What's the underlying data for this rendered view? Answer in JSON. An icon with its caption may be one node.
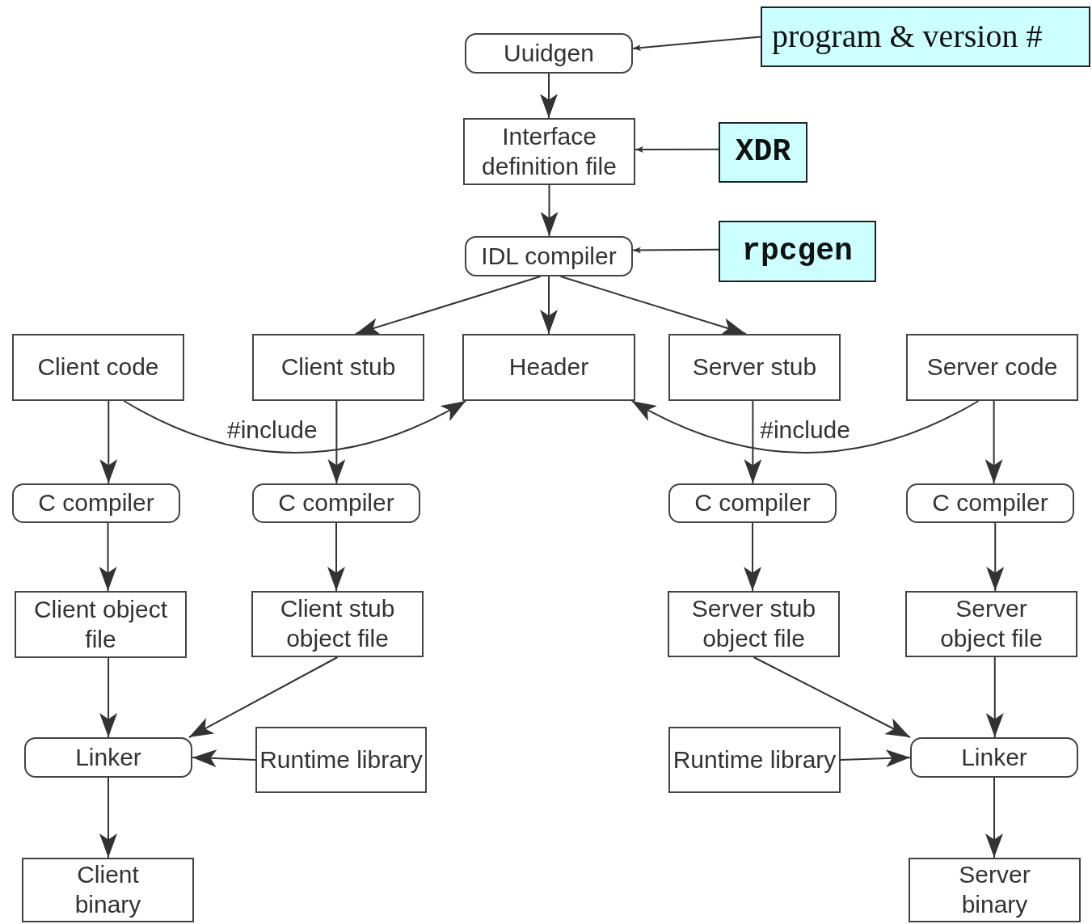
{
  "diagram": {
    "nodes": [
      {
        "text": [
          "Uuidgen"
        ]
      },
      {
        "text": [
          "Interface definition file"
        ]
      },
      {
        "text": [
          "IDL compiler"
        ]
      },
      {
        "text": [
          "program & version #"
        ]
      },
      {
        "text": [
          "XDR"
        ]
      },
      {
        "text": [
          "rpcgen"
        ]
      },
      {
        "text": [
          "Client code"
        ]
      },
      {
        "text": [
          "Client stub"
        ]
      },
      {
        "text": [
          "Header"
        ]
      },
      {
        "text": [
          "Server stub"
        ]
      },
      {
        "text": [
          "Server code"
        ]
      },
      {
        "text": [
          "C compiler"
        ]
      },
      {
        "text": [
          "C compiler"
        ]
      },
      {
        "text": [
          "C compiler"
        ]
      },
      {
        "text": [
          "C compiler"
        ]
      },
      {
        "text": [
          "Client object file"
        ]
      },
      {
        "text": [
          "Client stub object file"
        ]
      },
      {
        "text": [
          "Server stub object file"
        ]
      },
      {
        "text": [
          "Server object file"
        ]
      },
      {
        "text": [
          "Linker"
        ]
      },
      {
        "text": [
          "Runtime library"
        ]
      },
      {
        "text": [
          "Runtime library"
        ]
      },
      {
        "text": [
          "Linker"
        ]
      },
      {
        "text": [
          "Client binary"
        ]
      },
      {
        "text": [
          "Server binary"
        ]
      }
    ],
    "edges": [
      {
        "from": 0,
        "to": 1,
        "arrow": "to"
      },
      {
        "from": 1,
        "to": 2,
        "arrow": "to"
      },
      {
        "from": 3,
        "to": 0,
        "arrow": "to"
      },
      {
        "from": 4,
        "to": 1,
        "arrow": "to"
      },
      {
        "from": 5,
        "to": 2,
        "arrow": "to"
      },
      {
        "from": 2,
        "to": 7,
        "arrow": "to"
      },
      {
        "from": 2,
        "to": 8,
        "arrow": "to"
      },
      {
        "from": 2,
        "to": 9,
        "arrow": "to"
      },
      {
        "from": 6,
        "to": 8,
        "arrow": "to",
        "label": "#include"
      },
      {
        "from": 10,
        "to": 8,
        "arrow": "to",
        "label": "#include"
      },
      {
        "from": 6,
        "to": 11,
        "arrow": "to"
      },
      {
        "from": 7,
        "to": 12,
        "arrow": "to"
      },
      {
        "from": 9,
        "to": 13,
        "arrow": "to"
      },
      {
        "from": 10,
        "to": 14,
        "arrow": "to"
      },
      {
        "from": 11,
        "to": 15,
        "arrow": "to"
      },
      {
        "from": 12,
        "to": 16,
        "arrow": "to"
      },
      {
        "from": 13,
        "to": 17,
        "arrow": "to"
      },
      {
        "from": 14,
        "to": 18,
        "arrow": "to"
      },
      {
        "from": 15,
        "to": 19,
        "arrow": "to"
      },
      {
        "from": 16,
        "to": 19,
        "arrow": "to"
      },
      {
        "from": 20,
        "to": 19,
        "arrow": "to"
      },
      {
        "from": 17,
        "to": 22,
        "arrow": "to"
      },
      {
        "from": 21,
        "to": 22,
        "arrow": "to"
      },
      {
        "from": 18,
        "to": 22,
        "arrow": "to"
      },
      {
        "from": 19,
        "to": 23,
        "arrow": "to"
      },
      {
        "from": 22,
        "to": 24,
        "arrow": "to"
      }
    ]
  }
}
